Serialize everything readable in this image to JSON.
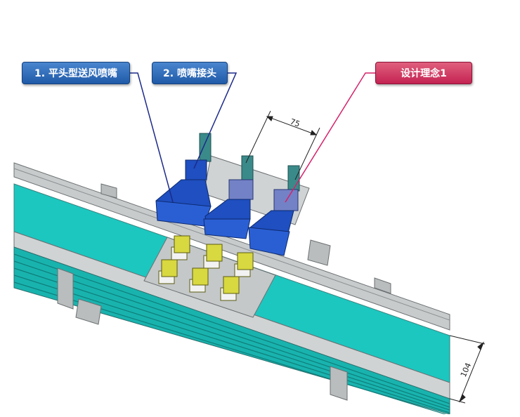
{
  "labels": {
    "nozzle_type": "1. 平头型送风喷嘴",
    "nozzle_joint": "2. 喷嘴接头",
    "design_concept": "设计理念1"
  },
  "dimensions": {
    "spacing": "75",
    "width": "104"
  },
  "colors": {
    "belt": "#1cc7bf",
    "nozzle": "#1f4fc0",
    "label_blue": "#2563b0",
    "label_pink": "#d13a62",
    "leader_blue": "#1c2a8a",
    "leader_pink": "#d6226a",
    "component_yellow": "#d8d840"
  }
}
